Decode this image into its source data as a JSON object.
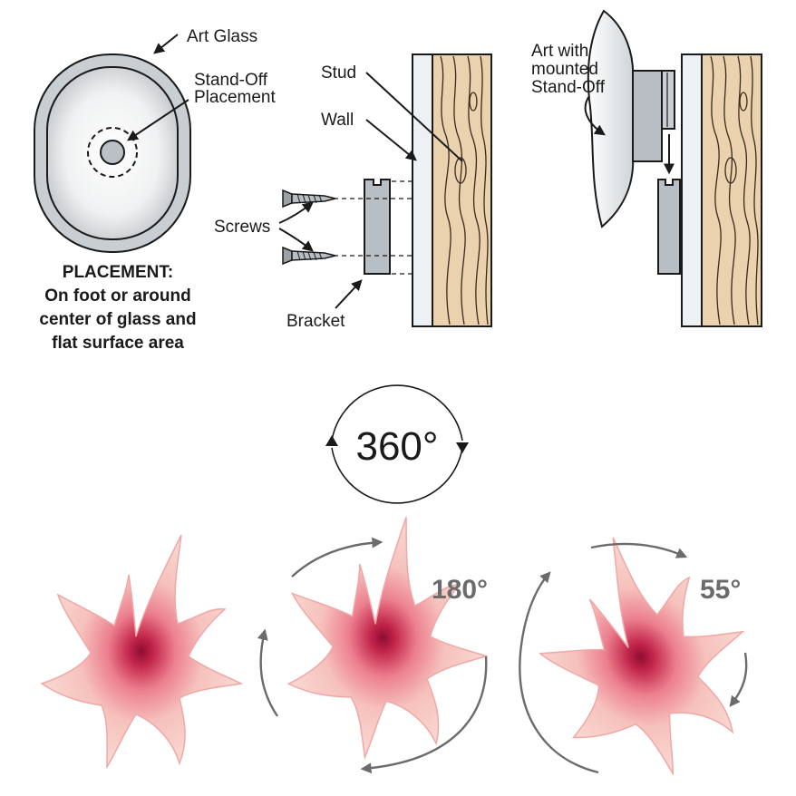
{
  "labels": {
    "art_glass": "Art Glass",
    "standoff_l1": "Stand-Off",
    "standoff_l2": "Placement",
    "placement_l1": "PLACEMENT:",
    "placement_l2": "On foot or around",
    "placement_l3": "center of glass and",
    "placement_l4": "flat surface area",
    "stud": "Stud",
    "wall": "Wall",
    "screws": "Screws",
    "bracket": "Bracket",
    "art_l1": "Art with",
    "art_l2": "mounted",
    "art_l3": "Stand-Off"
  },
  "rotation": {
    "full": "360°",
    "half": "180°",
    "small": "55°"
  },
  "colors": {
    "line": "#1a1a1a",
    "glass_gray": "#c9ced2",
    "bracket_gray": "#b7bec4",
    "wood": "#e9d2ad",
    "wood_grain": "#3a2a1a",
    "arrow_gray": "#6b6b6b",
    "glass_pink": "#f3b9b6",
    "glass_center": "#c2244a"
  },
  "icons": {
    "screw": "screw-icon",
    "rotate": "rotate-arrow-icon",
    "art_glass": "art-glass-piece"
  }
}
